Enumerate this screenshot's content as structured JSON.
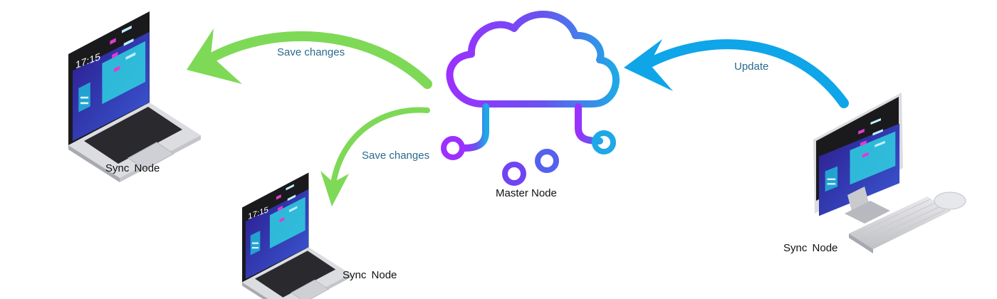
{
  "diagram": {
    "master": {
      "label": "Master Node",
      "icon": "cloud-network-icon"
    },
    "sync_nodes": [
      {
        "label": "Sync Node",
        "device": "laptop-icon"
      },
      {
        "label": "Sync Node",
        "device": "laptop-icon"
      },
      {
        "label": "Sync Node",
        "device": "desktop-computer-icon"
      }
    ],
    "edges": [
      {
        "label": "Save changes",
        "from": "Master Node",
        "to": "Sync Node",
        "color": "#7ed957"
      },
      {
        "label": "Save changes",
        "from": "Master Node",
        "to": "Sync Node",
        "color": "#7ed957"
      },
      {
        "label": "Update",
        "from": "Sync Node",
        "to": "Master Node",
        "color": "#0ea5e9"
      }
    ],
    "screen": {
      "time": "17:15"
    },
    "colors": {
      "save_arrow": "#7ed957",
      "update_arrow": "#0ea5e9",
      "cloud_gradient_start": "#9b30ff",
      "cloud_gradient_end": "#1fa8e6",
      "edge_label_text": "#2a6a8c",
      "node_label_text": "#111111"
    }
  }
}
